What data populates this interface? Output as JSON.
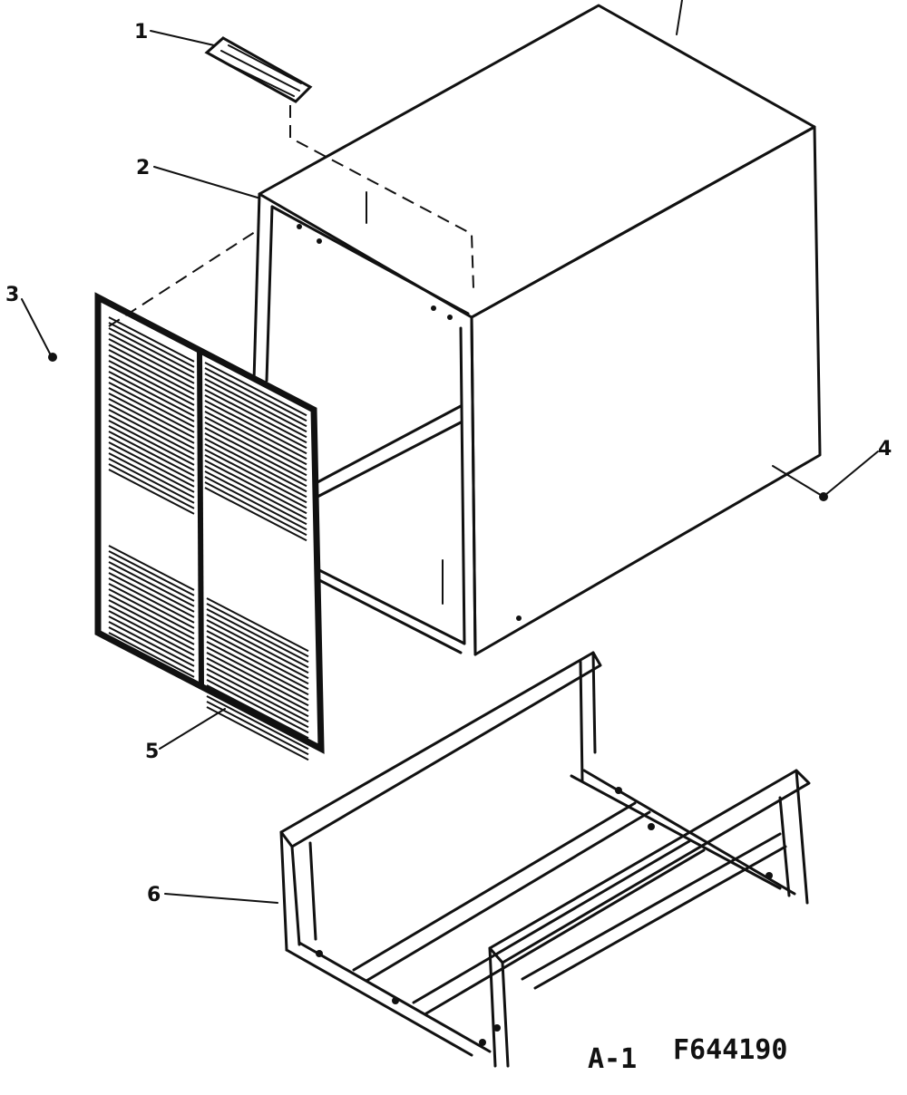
{
  "diagram": {
    "drawing_code": "A-1",
    "drawing_number": "F644190",
    "callouts": [
      "1",
      "2",
      "3",
      "4",
      "5",
      "6"
    ],
    "parts": {
      "1": "label-plate",
      "2": "cabinet",
      "3": "screw",
      "4": "screw",
      "5": "front-grille",
      "6": "base-frame"
    }
  }
}
